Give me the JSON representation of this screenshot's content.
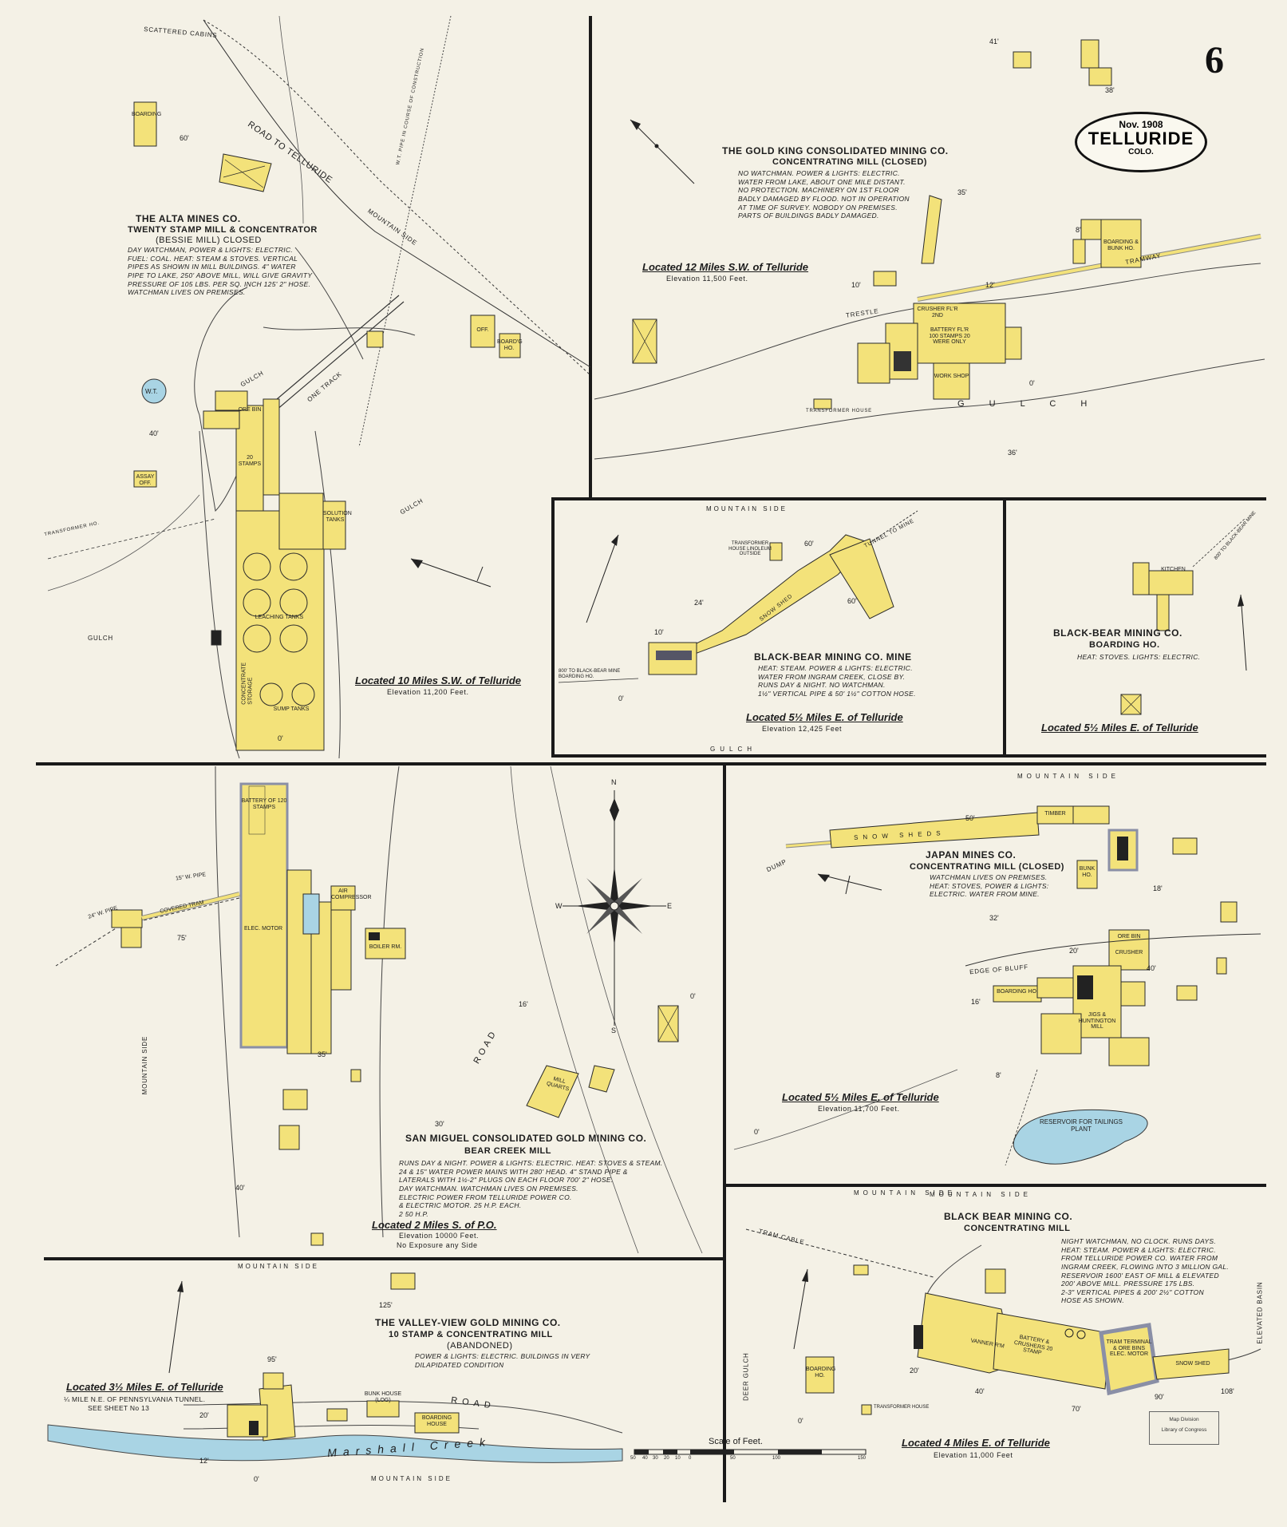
{
  "sheet": {
    "number": "6",
    "date": "Nov. 1908",
    "city": "TELLURIDE",
    "state": "COLO."
  },
  "stamp": {
    "line1": "Map Division",
    "line2": "Library of Congress"
  },
  "scale": {
    "label": "Scale of Feet.",
    "ticks": [
      "50",
      "40",
      "30",
      "20",
      "10",
      "0",
      "50",
      "100",
      "150"
    ]
  },
  "compass": {
    "n": "N",
    "s": "S",
    "e": "E",
    "w": "W"
  },
  "palette": {
    "frame_brick_yellow": "#f3e27a",
    "outline": "#2a2a2a",
    "water_blue": "#a9d4e4",
    "paper": "#f4f1e6",
    "iron_gray": "#8a8fa6"
  },
  "panels": {
    "alta": {
      "title": "THE ALTA MINES CO.",
      "subtitle": "TWENTY STAMP MILL & CONCENTRATOR",
      "subtitle2": "(BESSIE MILL) CLOSED",
      "notes": [
        "DAY WATCHMAN, POWER & LIGHTS: ELECTRIC.",
        "FUEL: COAL. HEAT: STEAM & STOVES. VERTICAL",
        "PIPES AS SHOWN IN MILL BUILDINGS. 4\" WATER",
        "PIPE TO LAKE, 250' ABOVE MILL, WILL GIVE GRAVITY",
        "PRESSURE OF 105 LBS. PER SQ. INCH 125' 2\" HOSE.",
        "WATCHMAN LIVES ON PREMISES."
      ],
      "location": "Located 10 Miles S.W. of Telluride",
      "elevation": "Elevation 11,200 Feet.",
      "labels": {
        "scattered_cabins": "SCATTERED CABINS",
        "road_to_telluride": "ROAD TO TELLURIDE",
        "mountain_side": "MOUNTAIN SIDE",
        "gulch1": "GULCH",
        "gulch2": "GULCH",
        "gulch3": "GULCH",
        "one_track": "ONE TRACK",
        "water_pipe": "W.T. PIPE IN COURSE OF CONSTRUCTION",
        "wt": "W.T.",
        "boarding": "BOARDING",
        "office": "OFF.",
        "boarding_ho": "BOARD'G HO.",
        "assay": "ASSAY OFF.",
        "transformer": "TRANSFORMER HO.",
        "leaching": "LEACHING TANKS",
        "sump": "SUMP TANKS",
        "concentrate": "CONCENTRATE STORAGE",
        "solution": "SOLUTION TANKS",
        "ore_bin": "ORE BIN",
        "stamps": "20 STAMPS",
        "ev60": "60'",
        "ev40": "40'",
        "ev0": "0'"
      }
    },
    "goldking": {
      "title": "THE GOLD KING CONSOLIDATED MINING CO.",
      "subtitle": "CONCENTRATING MILL (CLOSED)",
      "notes": [
        "NO WATCHMAN. POWER & LIGHTS: ELECTRIC.",
        "WATER FROM LAKE, ABOUT ONE MILE DISTANT.",
        "NO PROTECTION. MACHINERY ON 1ST FLOOR",
        "BADLY DAMAGED BY FLOOD. NOT IN OPERATION",
        "AT TIME OF SURVEY. NOBODY ON PREMISES.",
        "PARTS OF BUILDINGS BADLY DAMAGED."
      ],
      "location": "Located 12 Miles S.W. of Telluride",
      "elevation": "Elevation 11,500 Feet.",
      "labels": {
        "gulch": "G U L C H",
        "tramway": "TRAMWAY",
        "trestle": "TRESTLE",
        "transformer": "TRANSFORMER HOUSE",
        "boarding": "BOARDING & BUNK HO.",
        "crusher": "CRUSHER FL'R 2ND",
        "battery": "BATTERY FL'R 100 STAMPS 20 WERE ONLY",
        "work_shop": "WORK SHOP",
        "ev35": "35'",
        "ev12": "12'",
        "ev10": "10'",
        "ev8": "8'",
        "ev0": "0'",
        "ev36": "36'",
        "ev41": "41'",
        "ev38": "38'"
      }
    },
    "bbmine": {
      "title": "BLACK-BEAR MINING CO. MINE",
      "notes": [
        "HEAT: STEAM. POWER & LIGHTS: ELECTRIC.",
        "WATER FROM INGRAM CREEK, CLOSE BY.",
        "RUNS DAY & NIGHT. NO WATCHMAN.",
        "1½\" VERTICAL PIPE & 50' 1½\" COTTON HOSE."
      ],
      "location": "Located 5½ Miles E. of Telluride",
      "elevation": "Elevation 12,425 Feet",
      "labels": {
        "mountain_side": "MOUNTAIN SIDE",
        "gulch": "GULCH",
        "tunnel": "TUNNEL TO MINE",
        "snow_shed": "SNOW SHED",
        "transformer": "TRANSFORMER HOUSE LINOLEUM OUTSIDE",
        "to_boarding": "800' TO BLACK-BEAR MINE BOARDING HO.",
        "ev60a": "60'",
        "ev24": "24'",
        "ev60b": "60'",
        "ev10": "10'",
        "ev0": "0'"
      }
    },
    "bbboard": {
      "title": "BLACK-BEAR MINING CO.",
      "subtitle": "BOARDING HO.",
      "notes": [
        "HEAT: STOVES. LIGHTS: ELECTRIC."
      ],
      "location": "Located 5½ Miles E. of Telluride",
      "labels": {
        "kitchen": "KITCHEN",
        "to_mine": "800' TO BLACK-BEAR MINE"
      }
    },
    "sanmiguel": {
      "title": "SAN MIGUEL CONSOLIDATED GOLD MINING CO.",
      "subtitle": "BEAR CREEK MILL",
      "notes": [
        "RUNS DAY & NIGHT. POWER & LIGHTS: ELECTRIC. HEAT: STOVES & STEAM.",
        "24 & 15\" WATER POWER MAINS WITH 280' HEAD. 4\" STAND PIPE &",
        "LATERALS WITH 1½-2\" PLUGS ON EACH FLOOR 700' 2\" HOSE.",
        "DAY WATCHMAN. WATCHMAN LIVES ON PREMISES.",
        "ELECTRIC POWER FROM TELLURIDE POWER CO.",
        "& ELECTRIC MOTOR. 25 H.P. EACH.",
        "2                    50 H.P."
      ],
      "location": "Located 2 Miles S. of P.O.",
      "elevation": "Elevation 10000 Feet.",
      "exposure": "No Exposure any Side",
      "labels": {
        "mountain_side": "MOUNTAIN SIDE",
        "road": "ROAD",
        "w_pipe": "15\" W. PIPE",
        "w_pipe2": "24\" W. PIPE",
        "covered_tram": "COVERED TRAM",
        "battery": "BATTERY OF 120 STAMPS",
        "elec_motor": "ELEC. MOTOR",
        "air": "AIR COMPRESSOR",
        "boiler": "BOILER RM.",
        "mill_quarts": "MILL QUARTS",
        "ev75": "75'",
        "ev16": "16'",
        "ev35": "35'",
        "ev30": "30'",
        "ev40": "40'",
        "ev0": "0'"
      }
    },
    "japan": {
      "title": "JAPAN MINES CO.",
      "subtitle": "CONCENTRATING MILL (CLOSED)",
      "notes": [
        "WATCHMAN LIVES ON PREMISES.",
        "HEAT: STOVES, POWER & LIGHTS:",
        "ELECTRIC. WATER FROM MINE."
      ],
      "location": "Located 5½ Miles E. of Telluride",
      "elevation": "Elevation 11,700 Feet.",
      "labels": {
        "mountain_side1": "MOUNTAIN SIDE",
        "mountain_side2": "MOUNTAIN SIDE",
        "snow_sheds": "SNOW SHEDS",
        "dump": "DUMP",
        "edge_bluff": "EDGE OF BLUFF",
        "reservoir": "RESERVOIR FOR TAILINGS PLANT",
        "boarding": "BOARDING HO.",
        "bunk": "BUNK HO.",
        "timber": "TIMBER",
        "ore_bin": "ORE BIN",
        "crusher": "CRUSHER",
        "jigs": "JIGS & HUNTINGTON MILL",
        "ev50": "50'",
        "ev32": "32'",
        "ev18": "18'",
        "ev40": "40'",
        "ev20": "20'",
        "ev16": "16'",
        "ev8": "8'",
        "ev0": "0'"
      }
    },
    "valleyview": {
      "title": "THE VALLEY-VIEW GOLD MINING CO.",
      "subtitle": "10 STAMP & CONCENTRATING MILL",
      "subtitle2": "(ABANDONED)",
      "notes": [
        "POWER & LIGHTS: ELECTRIC. BUILDINGS IN VERY",
        "DILAPIDATED CONDITION"
      ],
      "location": "Located 3½ Miles E. of Telluride",
      "location_note1": "¼ MILE N.E. OF PENNSYLVANIA TUNNEL.",
      "location_note2": "SEE SHEET No 13",
      "labels": {
        "mountain_side1": "MOUNTAIN SIDE",
        "mountain_side2": "MOUNTAIN SIDE",
        "road": "ROAD",
        "creek": "Marshall Creek",
        "bunk": "BUNK HOUSE (LOG)",
        "boarding": "BOARDING HOUSE",
        "ev125": "125'",
        "ev95": "95'",
        "ev20": "20'",
        "ev12": "12'",
        "ev0": "0'"
      }
    },
    "bbmill": {
      "title": "BLACK BEAR MINING CO.",
      "subtitle": "CONCENTRATING MILL",
      "notes": [
        "NIGHT WATCHMAN, NO CLOCK. RUNS DAYS.",
        "HEAT: STEAM. POWER & LIGHTS: ELECTRIC.",
        "FROM TELLURIDE POWER CO. WATER FROM",
        "INGRAM CREEK, FLOWING INTO 3 MILLION GAL.",
        "RESERVOIR 1600' EAST OF MILL & ELEVATED",
        "200' ABOVE MILL. PRESSURE 175 LBS.",
        "2-3\" VERTICAL PIPES & 200' 2½\" COTTON",
        "HOSE AS SHOWN."
      ],
      "location": "Located 4 Miles E. of Telluride",
      "elevation": "Elevation 11,000 Feet",
      "labels": {
        "mountain_side": "MOUNTAIN SIDE",
        "tram_cable": "TRAM CABLE",
        "deer_gulch": "DEER GULCH",
        "elevated_basin": "ELEVATED BASIN",
        "battery": "BATTERY & CRUSHERS 20 STAMP",
        "tram_terminal": "TRAM TERMINAL & ORE BINS ELEC. MOTOR",
        "snow_shed": "SNOW SHED",
        "boarding": "BOARDING HO.",
        "transformer": "TRANSFORMER HOUSE",
        "vanner": "VANNER R'M",
        "ev20": "20'",
        "ev40": "40'",
        "ev70": "70'",
        "ev90": "90'",
        "ev108": "108'",
        "ev0": "0'"
      }
    }
  }
}
